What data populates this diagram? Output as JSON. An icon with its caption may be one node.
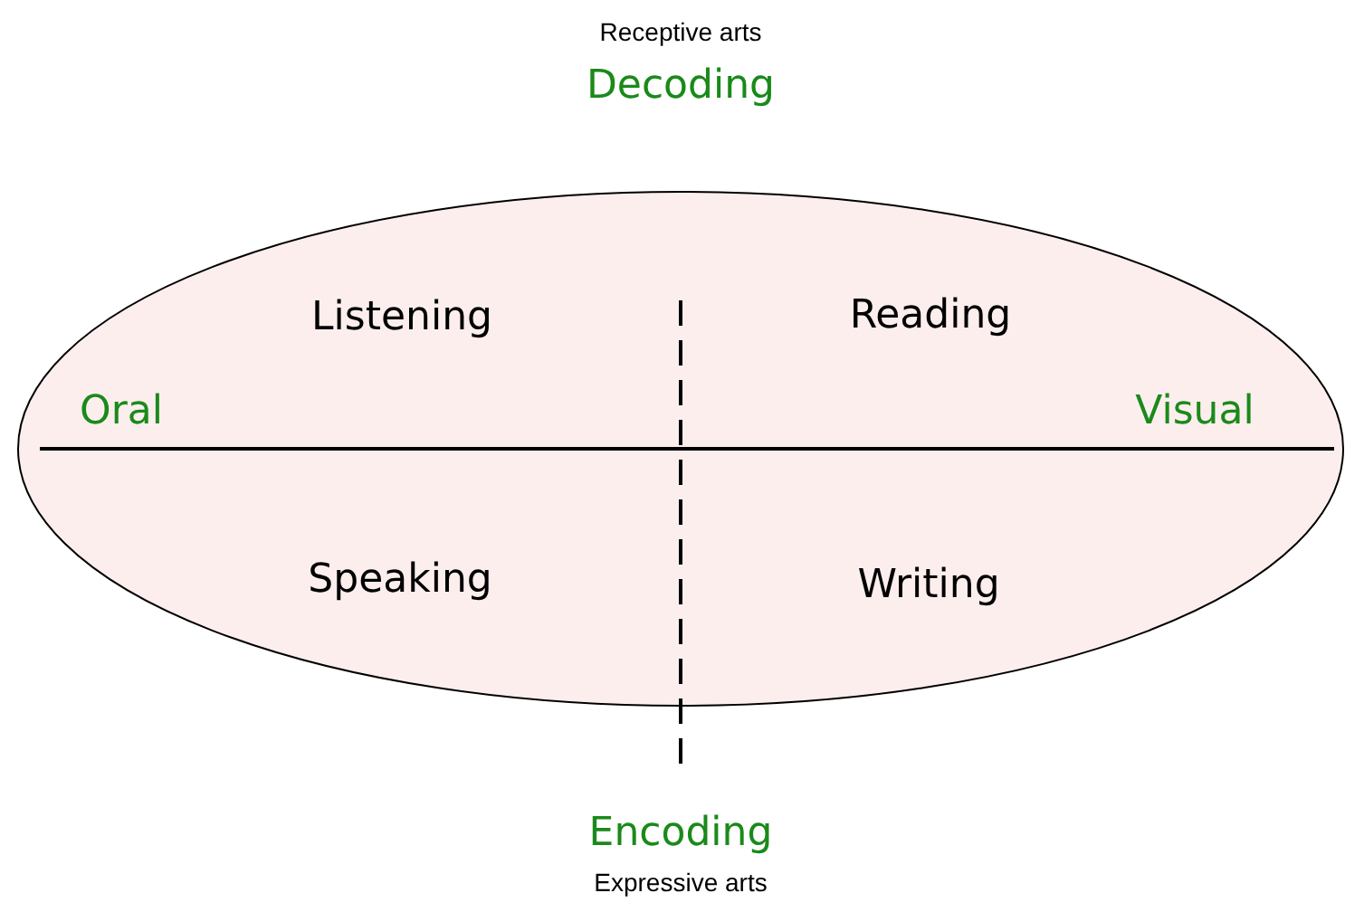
{
  "diagram": {
    "labels": [
      "Receptive arts",
      "Decoding",
      "Listening",
      "Reading",
      "Oral",
      "Visual",
      "Speaking",
      "Writing",
      "Encoding",
      "Expressive arts"
    ]
  }
}
